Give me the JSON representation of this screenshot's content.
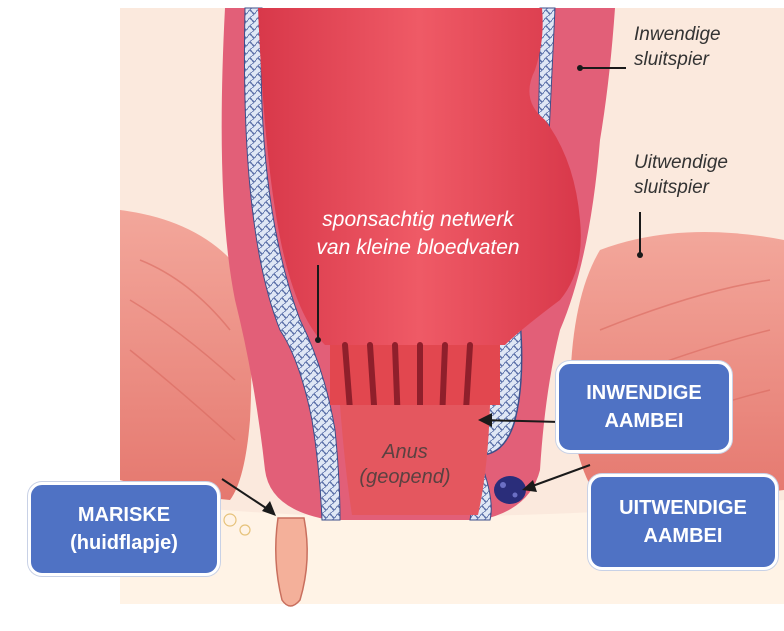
{
  "labels": {
    "internal_sphincter_l1": "Inwendige",
    "internal_sphincter_l2": "sluitspier",
    "external_sphincter_l1": "Uitwendige",
    "external_sphincter_l2": "sluitspier",
    "network_l1": "sponsachtig netwerk",
    "network_l2": "van kleine bloedvaten",
    "anus_l1": "Anus",
    "anus_l2": "(geopend)"
  },
  "callouts": {
    "internal_l1": "INWENDIGE",
    "internal_l2": "AAMBEI",
    "external_l1": "UITWENDIGE",
    "external_l2": "AAMBEI",
    "mariske_l1": "MARISKE",
    "mariske_l2": "(huidflapje)"
  },
  "colors": {
    "callout_fill": "#4f72c4",
    "tissue": "#e8505e",
    "muscle": "#f08a80",
    "background": "#fbe9dd"
  }
}
